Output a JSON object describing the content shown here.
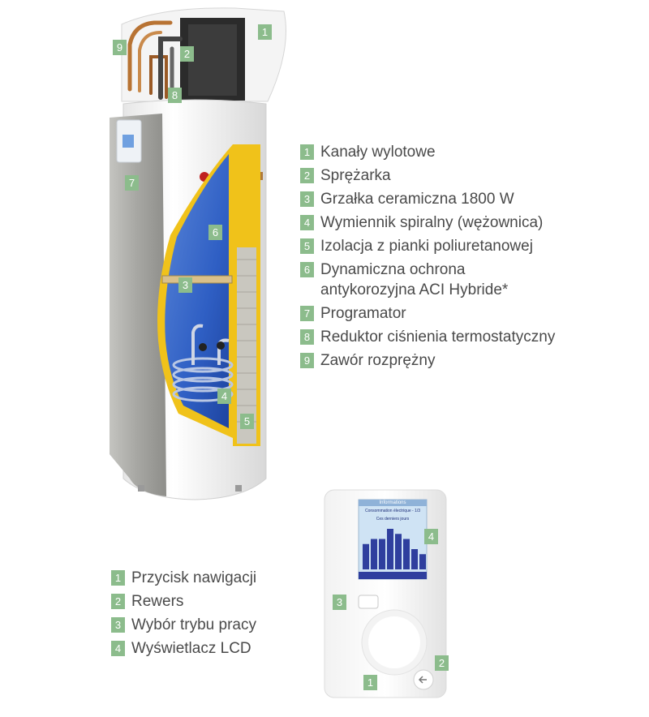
{
  "heater_legend": [
    {
      "num": "1",
      "label": "Kanały wylotowe"
    },
    {
      "num": "2",
      "label": "Sprężarka"
    },
    {
      "num": "3",
      "label": "Grzałka ceramiczna 1800 W"
    },
    {
      "num": "4",
      "label": "Wymiennik spiralny (wężownica)"
    },
    {
      "num": "5",
      "label": "Izolacja z pianki poliuretanowej"
    },
    {
      "num": "6",
      "label": "Dynamiczna ochrona antykorozyjna ACI Hybride*"
    },
    {
      "num": "7",
      "label": "Programator"
    },
    {
      "num": "8",
      "label": "Reduktor ciśnienia termostatyczny"
    },
    {
      "num": "9",
      "label": "Zawór rozprężny"
    }
  ],
  "panel_legend": [
    {
      "num": "1",
      "label": "Przycisk nawigacji"
    },
    {
      "num": "2",
      "label": "Rewers"
    },
    {
      "num": "3",
      "label": "Wybór trybu pracy"
    },
    {
      "num": "4",
      "label": "Wyświetlacz LCD"
    }
  ],
  "heater_callouts": [
    "1",
    "2",
    "8",
    "9",
    "7",
    "6",
    "3",
    "4",
    "5"
  ],
  "panel_callouts": [
    "4",
    "3",
    "2",
    "1"
  ],
  "lcd": {
    "title": "Informations",
    "subtitle": "Consommation électrique - 1/3",
    "caption": "Ces derniers jours",
    "bar_values": [
      5,
      6,
      6,
      8,
      7,
      6,
      4,
      3
    ]
  },
  "colors": {
    "tag": "#8cbc8c",
    "text": "#4a4a4a",
    "tank_blue": "#2f5fc4",
    "insulation": "#f0c21a",
    "panel_grey": "#a9a9a5",
    "lcd_bar": "#2f3f9e"
  }
}
